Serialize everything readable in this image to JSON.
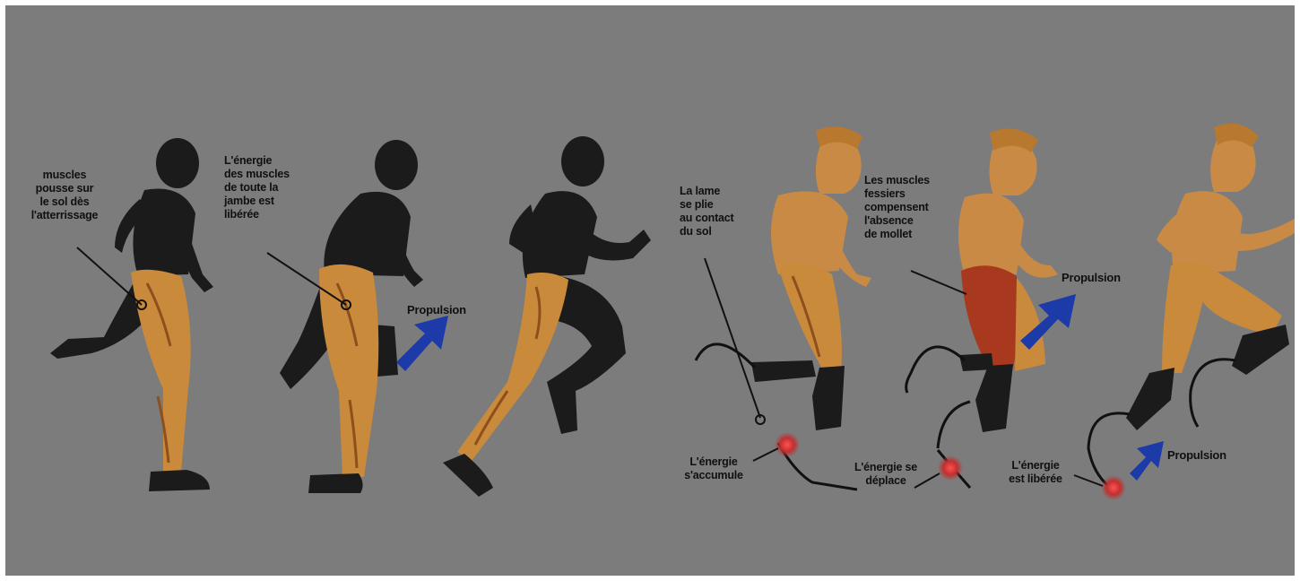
{
  "colors": {
    "background": "#7c7c7c",
    "silhouette": "#1b1b1b",
    "muscle": "#c98a3c",
    "muscle_dark": "#8e4f1e",
    "skin": "#c98a45",
    "glute_active": "#a8381e",
    "arrow": "#1c3aa8",
    "energy": "#c03030"
  },
  "labels": {
    "l1": "muscles\npousse sur\nle sol dès\nl'atterrissage",
    "l2": "L'énergie\ndes muscles\nde toute la\njambe est\nlibérée",
    "l3": "Propulsion",
    "l4": "La lame\nse plie\nau contact\ndu sol",
    "l5": "Les muscles\nfessiers\ncompensent\nl'absence\nde mollet",
    "l6": "Propulsion",
    "l7": "L'énergie\ns'accumule",
    "l8": "L'énergie se\ndéplace",
    "l9": "L'énergie\nest libérée",
    "l10": "Propulsion"
  }
}
